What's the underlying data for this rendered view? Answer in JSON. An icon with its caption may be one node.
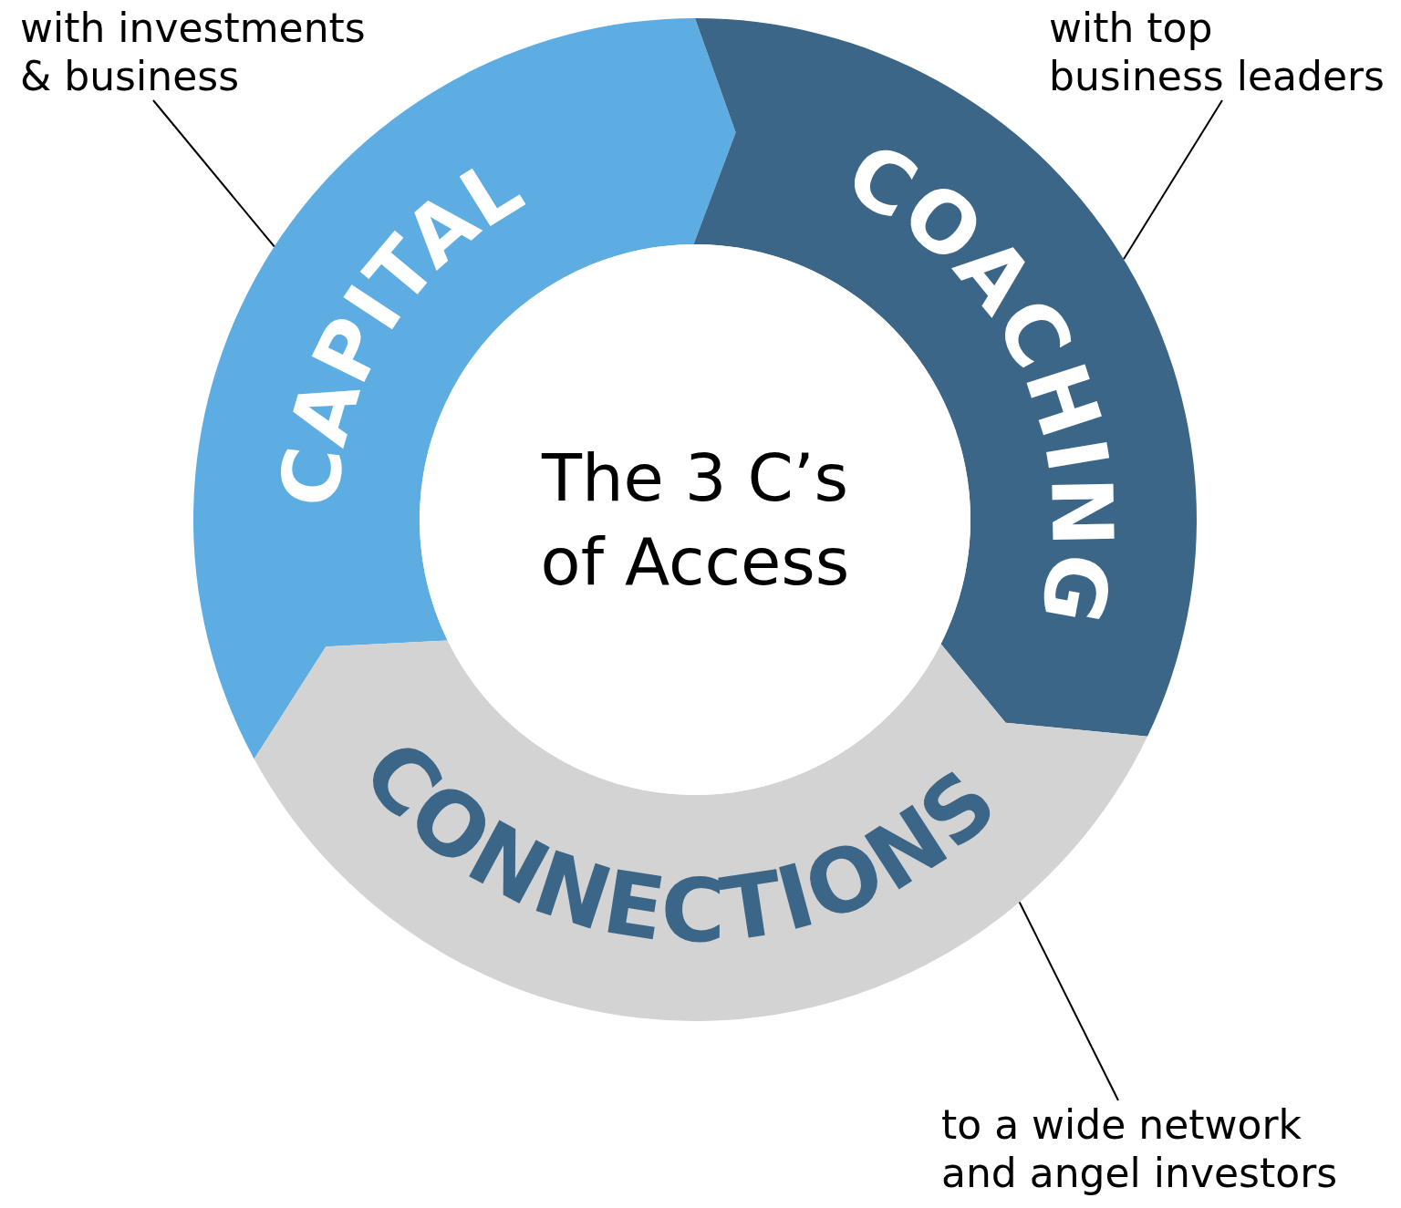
{
  "diagram": {
    "nodes": [
      {
        "text": [
          "CAPITAL"
        ]
      },
      {
        "text": [
          "COACHING"
        ]
      },
      {
        "text": [
          "CONNECTIONS"
        ]
      },
      {
        "text": [
          "The 3 C’s of Access"
        ]
      },
      {
        "text": [
          "with investments & business"
        ]
      },
      {
        "text": [
          "with top business leaders"
        ]
      },
      {
        "text": [
          "to a wide network and angel investors"
        ]
      }
    ],
    "edges": [
      {
        "from": 4,
        "to": 0,
        "arrow": "none"
      },
      {
        "from": 5,
        "to": 1,
        "arrow": "none"
      },
      {
        "from": 6,
        "to": 2,
        "arrow": "none"
      }
    ]
  }
}
